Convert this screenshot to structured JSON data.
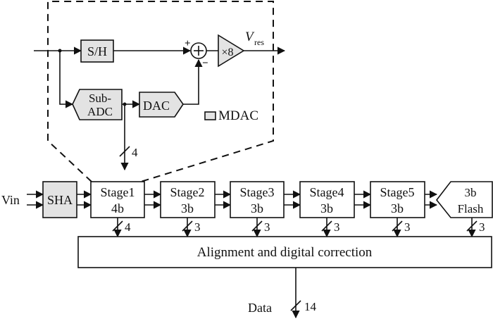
{
  "mdac_detail": {
    "sh_label": "S/H",
    "sub_adc_line1": "Sub-",
    "sub_adc_line2": "ADC",
    "dac_label": "DAC",
    "gain_label": "×8",
    "plus_sign": "+",
    "minus_sign": "−",
    "vres_main": "V",
    "vres_sub": "res",
    "mdac_legend": "MDAC",
    "bus_width": "4"
  },
  "pipeline": {
    "input_label": "Vin",
    "sha_label": "SHA",
    "stages": [
      {
        "name": "Stage1",
        "bits": "4b",
        "bus": "4"
      },
      {
        "name": "Stage2",
        "bits": "3b",
        "bus": "3"
      },
      {
        "name": "Stage3",
        "bits": "3b",
        "bus": "3"
      },
      {
        "name": "Stage4",
        "bits": "3b",
        "bus": "3"
      },
      {
        "name": "Stage5",
        "bits": "3b",
        "bus": "3"
      }
    ],
    "flash": {
      "line1": "3b",
      "line2": "Flash",
      "bus": "3"
    },
    "correction_label": "Alignment and digital correction",
    "output_label": "Data",
    "output_bus": "14"
  }
}
